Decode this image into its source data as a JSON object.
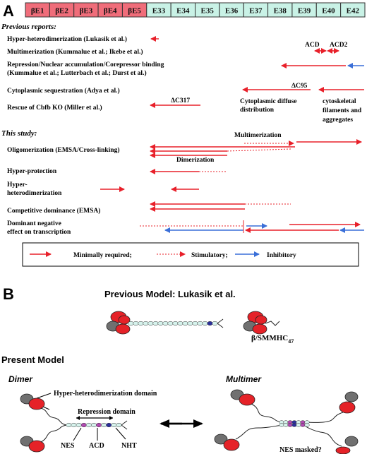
{
  "panel_a": {
    "letter": "A",
    "exons": [
      {
        "label": "βE1",
        "color": "#f06d7a"
      },
      {
        "label": "βE2",
        "color": "#f06d7a"
      },
      {
        "label": "βE3",
        "color": "#f06d7a"
      },
      {
        "label": "βE4",
        "color": "#f06d7a"
      },
      {
        "label": "βE5",
        "color": "#f06d7a"
      },
      {
        "label": "E33",
        "color": "#c9f2e6"
      },
      {
        "label": "E34",
        "color": "#c9f2e6"
      },
      {
        "label": "E35",
        "color": "#c9f2e6"
      },
      {
        "label": "E36",
        "color": "#c9f2e6"
      },
      {
        "label": "E37",
        "color": "#c9f2e6"
      },
      {
        "label": "E38",
        "color": "#c9f2e6"
      },
      {
        "label": "E39",
        "color": "#c9f2e6"
      },
      {
        "label": "E40",
        "color": "#c9f2e6"
      },
      {
        "label": "E42",
        "color": "#c9f2e6"
      }
    ],
    "previous_header": "Previous reports:",
    "previous": {
      "hyper": "Hyper-heterodimerization (Lukasik et al.)",
      "multimer": "Multimerization (Kummalue et al.; Ikebe et al.)",
      "repression_1": "Repression/Nuclear accumulation/Corepressor binding",
      "repression_2": "(Kummalue et al.; Lutterbach et al.; Durst et al.)",
      "cyto_seq": "Cytoplasmic sequestration (Adya et al.)",
      "rescue": "Rescue of Cbfb KO  (Miller et al.)",
      "acd": "ACD",
      "acd2": "ACD2",
      "dc95": "ΔC95",
      "dc317": "ΔC317",
      "cyto_diffuse_1": "Cytoplasmic diffuse",
      "cyto_diffuse_2": "distribution",
      "cytoskel_1": "cytoskeletal",
      "cytoskel_2": "filaments and",
      "cytoskel_3": "aggregates"
    },
    "study_header": "This study:",
    "study": {
      "multimerization": "Multimerization",
      "oligomer": "Oligomerization (EMSA/Cross-linking)",
      "dimerization": "Dimerization",
      "hyperprot": "Hyper-protection",
      "hyperhet_1": "Hyper-",
      "hyperhet_2": "heterodimerization",
      "competitive": "Competitive dominance (EMSA)",
      "dominant_1": "Dominant negative",
      "dominant_2": "effect on transcription"
    },
    "legend": {
      "minimal": "Minimally required;",
      "stimulatory": "Stimulatory;",
      "inhibitory": "Inhibitory"
    },
    "colors": {
      "red": "#e8202a",
      "blue": "#3a6fd8",
      "exon_border": "#333333"
    }
  },
  "panel_b": {
    "letter": "B",
    "previous_title": "Previous Model: Lukasik et al.",
    "beta_label": "β/SMMHC",
    "beta_sub": "47",
    "present_title": "Present Model",
    "dimer": "Dimer",
    "multimer": "Multimer",
    "hyperhet_domain": "Hyper-heterodimerization domain",
    "repression_domain": "Repression domain",
    "nes": "NES",
    "acd": "ACD",
    "nht": "NHT",
    "nes_masked": "NES masked?"
  }
}
